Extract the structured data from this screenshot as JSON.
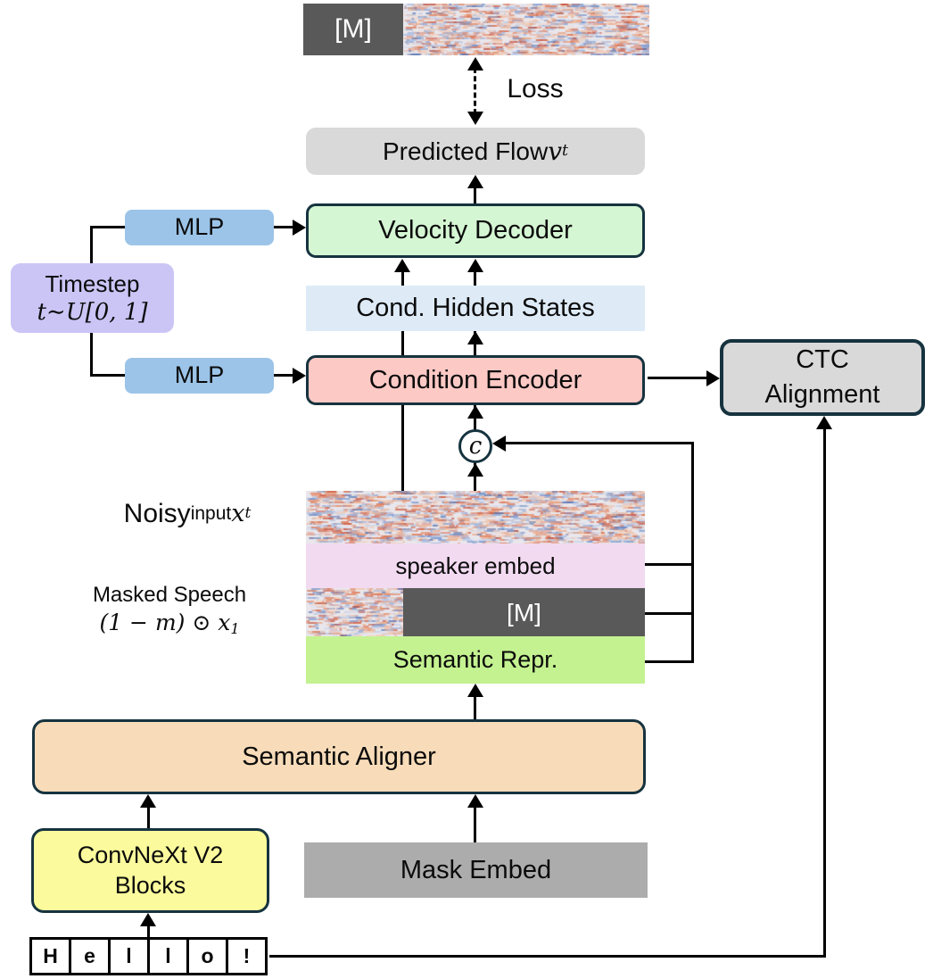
{
  "diagram": {
    "top_strip": {
      "mask_label": "[M]"
    },
    "loss_label": "Loss",
    "predicted_flow": {
      "text": "Predicted Flow ",
      "math": "v",
      "sub": "t"
    },
    "mlp_top": "MLP",
    "mlp_bottom": "MLP",
    "velocity_decoder": "Velocity Decoder",
    "cond_hidden_states": "Cond. Hidden States",
    "condition_encoder": "Condition Encoder",
    "timestep": {
      "line1": "Timestep",
      "line2": "t∼U[0, 1]"
    },
    "ctc": {
      "line1": "CTC",
      "line2": "Alignment"
    },
    "concat_symbol": "c",
    "noisy_label": {
      "big": "Noisy",
      "small": " input ",
      "math": "x",
      "sub": "t"
    },
    "masked_label": {
      "line1": "Masked Speech",
      "math": "(1 − m) ⊙ x",
      "sub": "1"
    },
    "strips": {
      "speaker_embed": "speaker embed",
      "mask": "[M]",
      "semantic_repr": "Semantic Repr."
    },
    "semantic_aligner": "Semantic Aligner",
    "convnext": {
      "line1": "ConvNeXt V2",
      "line2": "Blocks"
    },
    "mask_embed": "Mask Embed",
    "hello_tokens": [
      "H",
      "e",
      "l",
      "l",
      "o",
      "!"
    ],
    "colors": {
      "border_dark": "#16333f",
      "velocity_decoder": "#d5f6d3",
      "condition_encoder": "#fdc9c5",
      "cond_hidden_states": "#deebf7",
      "mlp": "#9cc4e8",
      "timestep": "#cbc5f6",
      "predicted_flow": "#d9d9d9",
      "ctc": "#d9d9d9",
      "mask_dark": "#595959",
      "speaker_embed": "#f2daf1",
      "semantic_repr": "#c4f291",
      "semantic_aligner": "#f8dcb9",
      "convnext": "#fbfb9d",
      "mask_embed": "#acacac"
    }
  }
}
